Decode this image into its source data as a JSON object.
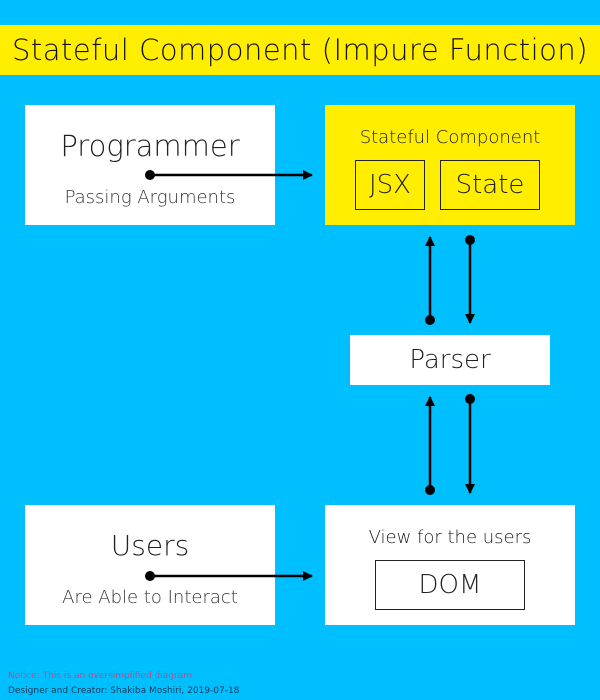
{
  "title": "Stateful Component (Impure Function)",
  "programmer": {
    "title": "Programmer",
    "subtitle": "Passing Arguments"
  },
  "stateful_component": {
    "title": "Stateful Component",
    "jsx": "JSX",
    "state": "State"
  },
  "parser": {
    "label": "Parser"
  },
  "users": {
    "title": "Users",
    "subtitle": "Are Able to Interact"
  },
  "view": {
    "title": "View for the users",
    "dom": "DOM"
  },
  "footer": {
    "notice": "Notice: This is an oversimplified diagram",
    "credit": "Designer and Creator: Shakiba Moshiri, 2019-07-18"
  },
  "colors": {
    "background": "#00bfff",
    "title_bar": "#ffee00",
    "stateful_box": "#ffee00",
    "box": "#ffffff",
    "arrow": "#000000",
    "notice_text": "#c04a8a",
    "credit_text": "#1a3a5a"
  }
}
